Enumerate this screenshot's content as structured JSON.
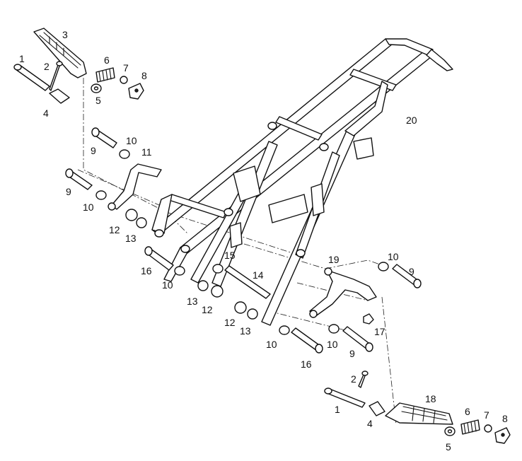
{
  "labels": {
    "l1a": "1",
    "l2a": "2",
    "l3": "3",
    "l4a": "4",
    "l5a": "5",
    "l6a": "6",
    "l7a": "7",
    "l8a": "8",
    "l9a": "9",
    "l10a": "10",
    "l11": "11",
    "l9b": "9",
    "l10b": "10",
    "l12a": "12",
    "l13a": "13",
    "l16a": "16",
    "l10c": "10",
    "l15": "15",
    "l14": "14",
    "l13b": "13",
    "l12b": "12",
    "l12c": "12",
    "l13c": "13",
    "l19": "19",
    "l10d": "10",
    "l9c": "9",
    "l17": "17",
    "l10e": "10",
    "l16b": "16",
    "l10f": "10",
    "l9d": "9",
    "l20": "20",
    "l2b": "2",
    "l1b": "1",
    "l4b": "4",
    "l18": "18",
    "l6b": "6",
    "l7b": "7",
    "l8b": "8",
    "l5b": "5"
  }
}
